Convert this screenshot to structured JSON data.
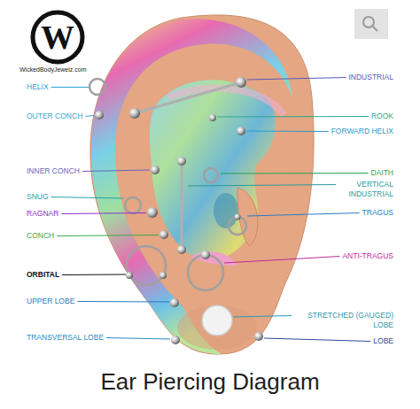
{
  "diagram": {
    "caption": "Ear Piercing Diagram",
    "labels": [
      "W",
      "WickedBodyJewelz.com",
      "HELIX",
      "OUTER CONCH",
      "INNER CONCH",
      "SNUG",
      "RAGNAR",
      "CONCH",
      "ORBITAL",
      "UPPER LOBE",
      "TRANSVERSAL LOBE",
      "INDUSTRIAL",
      "ROOK",
      "FORWARD HELIX",
      "DAITH",
      "VERTICAL INDUSTRIAL",
      "TRAGUS",
      "ANTI-TRAGUS",
      "STRETCHED (GAUGED) LOBE",
      "LOBE"
    ]
  }
}
